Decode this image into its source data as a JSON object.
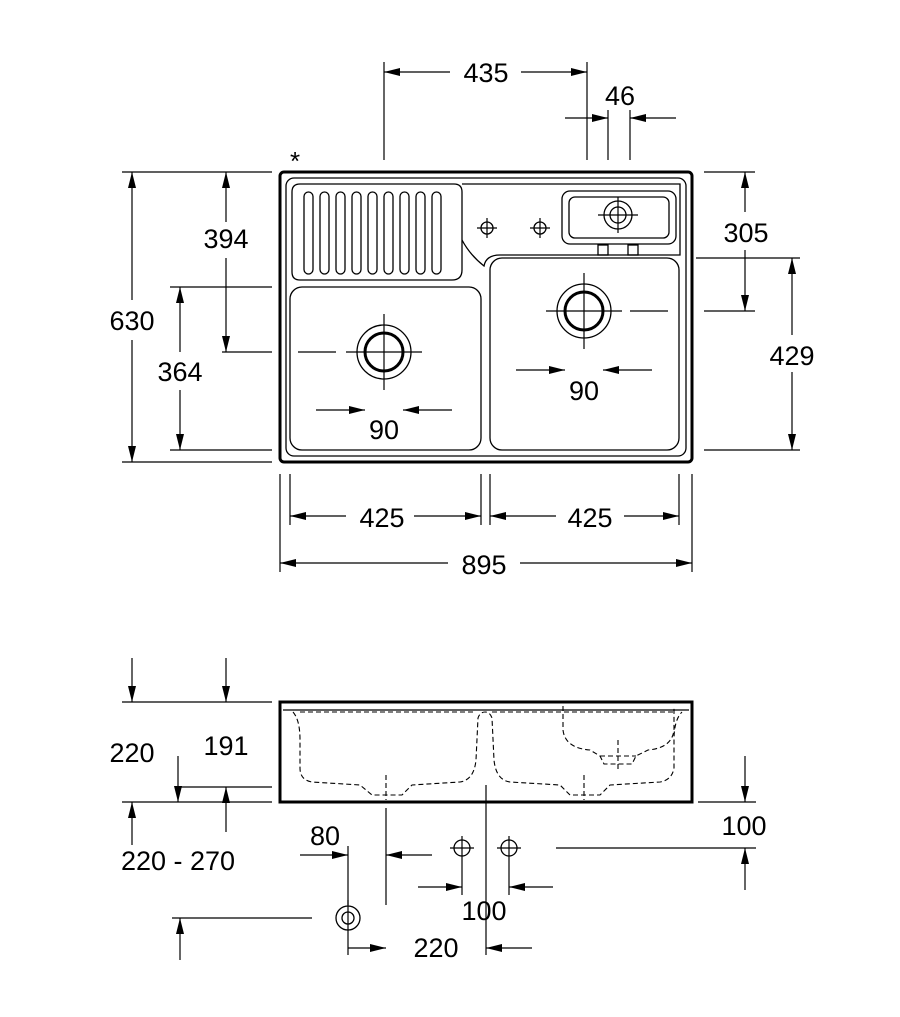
{
  "top_view": {
    "asterisk": "*",
    "dims": {
      "tap_offset": "435",
      "tap_hole": "46",
      "depth_overall": "630",
      "depth_left_bowl_edge": "394",
      "depth_left_bowl": "364",
      "depth_right_deck": "305",
      "depth_right_bowl": "429",
      "left_drain": "90",
      "right_drain": "90",
      "left_bowl_width": "425",
      "right_bowl_width": "425",
      "width_overall": "895"
    }
  },
  "side_view": {
    "dims": {
      "height_left": "220",
      "height_inner": "191",
      "height_drain": "100",
      "mount_range": "220 - 270",
      "pipe_offset": "80",
      "waste_spacing": "100",
      "pipe_distance": "220"
    }
  }
}
